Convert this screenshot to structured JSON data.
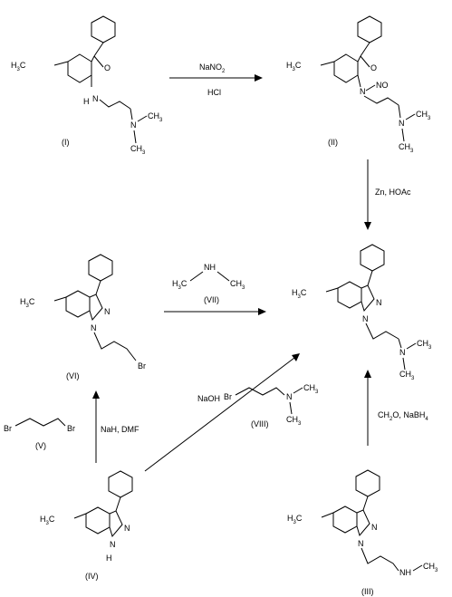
{
  "compounds": [
    {
      "label": "(I)"
    },
    {
      "label": "(II)"
    },
    {
      "label": "(III)"
    },
    {
      "label": "(IV)"
    },
    {
      "label": "(V)"
    },
    {
      "label": "(VI)"
    },
    {
      "label": "(VII)"
    },
    {
      "label": "(VIII)"
    }
  ],
  "atoms": {
    "ch3": "CH",
    "ch3_sub": "3",
    "h3c_pre": "H",
    "h3c_sub": "3",
    "h3c_post": "C",
    "o": "O",
    "n": "N",
    "nh": "NH",
    "h": "H",
    "br": "Br",
    "no": "NO"
  },
  "reagents": {
    "step1_top": "NaNO",
    "step1_top_sub": "2",
    "step1_bottom": "HCl",
    "step2": "Zn, HOAc",
    "step3": "NaH, DMF",
    "step4": "NaOH",
    "step5_a": "CH",
    "step5_a_sub": "2",
    "step5_b": "O, NaBH",
    "step5_b_sub": "4"
  }
}
